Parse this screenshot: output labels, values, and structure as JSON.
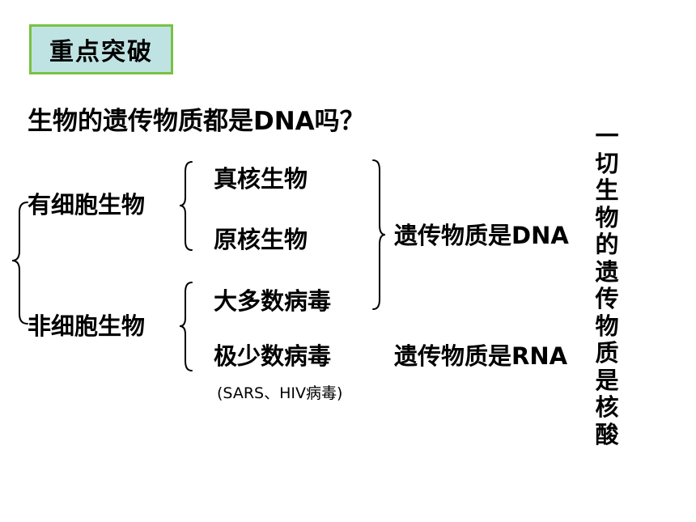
{
  "badge": {
    "text": "重点突破"
  },
  "question": "生物的遗传物质都是DNA吗？",
  "left": {
    "cellular": "有细胞生物",
    "noncellular": "非细胞生物"
  },
  "middle": {
    "eukaryote": "真核生物",
    "prokaryote": "原核生物",
    "most_viruses": "大多数病毒",
    "few_viruses": "极少数病毒",
    "few_viruses_note": "(SARS、HIV病毒)"
  },
  "right": {
    "dna": "遗传物质是DNA",
    "rna": "遗传物质是RNA"
  },
  "conclusion": "一切生物的遗传物质是 核酸"
}
